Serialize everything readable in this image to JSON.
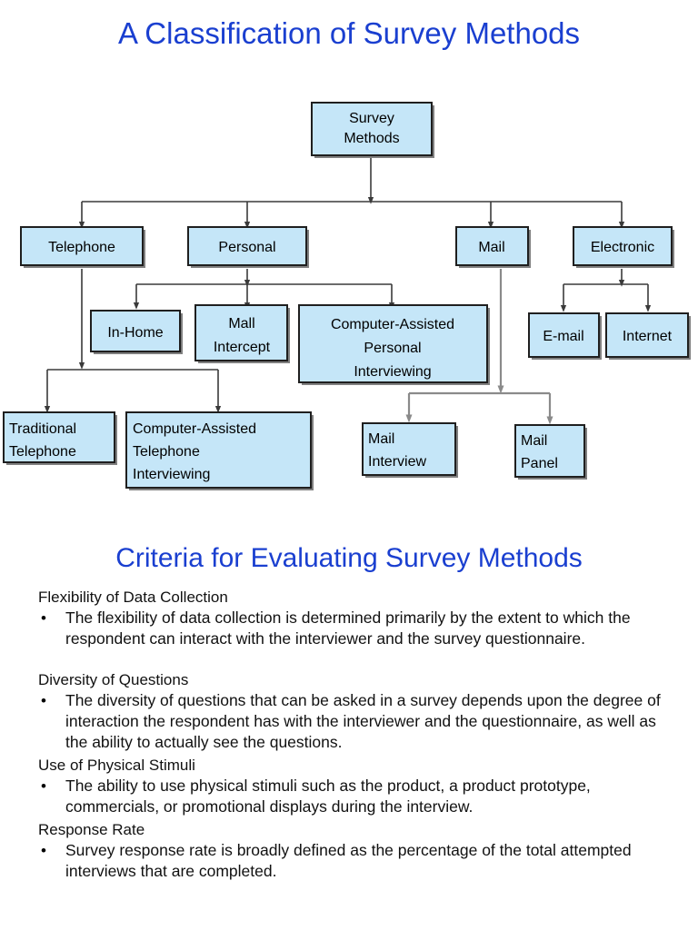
{
  "slide": {
    "title": "A Classification of Survey Methods",
    "title_color": "#1a3fd0",
    "section_title": "Criteria for Evaluating Survey Methods"
  },
  "diagram": {
    "node_fill": "#c5e6f8",
    "node_stroke": "#1f1f1f",
    "nodes": [
      {
        "id": "survey-methods",
        "label": "Survey\nMethods",
        "line1": "Survey",
        "line2": "Methods"
      },
      {
        "id": "telephone",
        "label": "Telephone"
      },
      {
        "id": "personal",
        "label": "Personal"
      },
      {
        "id": "mail",
        "label": "Mail"
      },
      {
        "id": "electronic",
        "label": "Electronic"
      },
      {
        "id": "in-home",
        "label": "In-Home"
      },
      {
        "id": "mall-intercept",
        "line1": "Mall",
        "line2": "Intercept"
      },
      {
        "id": "capi",
        "line1": "Computer-Assisted",
        "line2": "Personal",
        "line3": "Interviewing"
      },
      {
        "id": "email",
        "label": "E-mail"
      },
      {
        "id": "internet",
        "label": "Internet"
      },
      {
        "id": "traditional-telephone",
        "line1": "Traditional",
        "line2": "Telephone"
      },
      {
        "id": "cati",
        "line1": "Computer-Assisted",
        "line2": "Telephone",
        "line3": "Interviewing"
      },
      {
        "id": "mail-interview",
        "line1": "Mail",
        "line2": "Interview"
      },
      {
        "id": "mail-panel",
        "line1": "Mail",
        "line2": "Panel"
      }
    ]
  },
  "criteria": [
    {
      "heading": "Flexibility of Data Collection",
      "bullet": "•",
      "text": "The flexibility of data collection is determined primarily by the extent to which the respondent can interact with the interviewer and the survey questionnaire."
    },
    {
      "heading": "Diversity of Questions",
      "bullet": "•",
      "text": "The diversity of questions that can be asked in a survey depends upon the degree of interaction the respondent has with the interviewer and the questionnaire, as well as the ability to actually see the questions."
    },
    {
      "heading": "Use of Physical Stimuli",
      "bullet": "•",
      "text": "The ability to use physical stimuli such as the product, a product prototype, commercials, or promotional displays during the interview."
    },
    {
      "heading": "Response Rate",
      "bullet": "•",
      "text": "Survey response rate is broadly defined as the percentage of the total attempted interviews that are completed."
    }
  ]
}
